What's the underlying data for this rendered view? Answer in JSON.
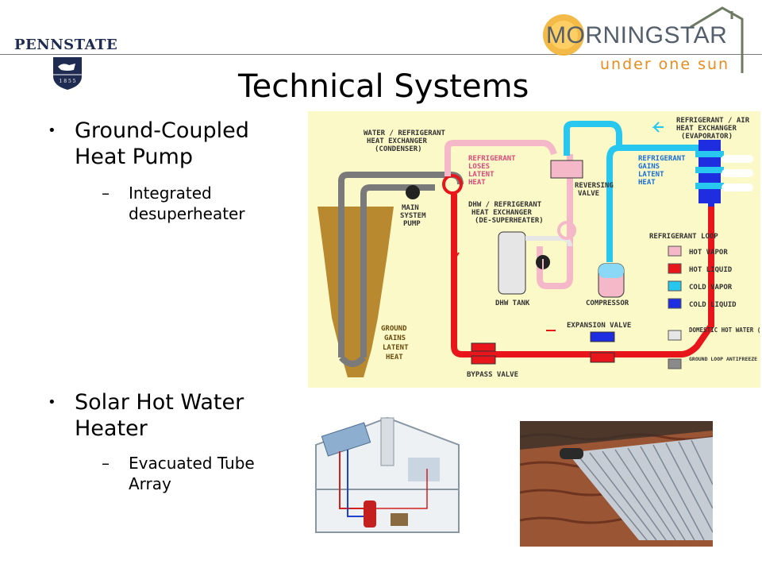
{
  "header": {
    "pennstate_name": "PENNSTATE",
    "pennstate_year": "1 8 5 5",
    "morningstar_name": "MORNINGSTAR",
    "morningstar_tagline": "under one sun"
  },
  "slide": {
    "title": "Technical Systems",
    "bullets": [
      {
        "text": "Ground-Coupled Heat Pump",
        "sub": "Integrated desuperheater"
      },
      {
        "text": "Solar Hot Water Heater",
        "sub": "Evacuated Tube Array"
      }
    ]
  },
  "diagram": {
    "labels": {
      "condenser": [
        "WATER / REFRIGERANT",
        "HEAT EXCHANGER",
        "(CONDENSER)"
      ],
      "evaporator": [
        "REFRIGERANT / AIR",
        "HEAT EXCHANGER",
        "(EVAPORATOR)"
      ],
      "loses": [
        "REFRIGERANT",
        "LOSES",
        "LATENT",
        "HEAT"
      ],
      "gains": [
        "REFRIGERANT",
        "GAINS",
        "LATENT",
        "HEAT"
      ],
      "reversing_valve": [
        "REVERSING",
        "VALVE"
      ],
      "pump": [
        "MAIN",
        "SYSTEM",
        "PUMP"
      ],
      "desuperheater": [
        "DHW / REFRIGERANT",
        "HEAT EXCHANGER",
        "(DE-SUPERHEATER)"
      ],
      "dhw_tank": "DHW TANK",
      "compressor": "COMPRESSOR",
      "expansion_valve": "EXPANSION VALVE",
      "bypass_valve": "BYPASS VALVE",
      "ground": [
        "GROUND",
        "GAINS",
        "LATENT",
        "HEAT"
      ]
    },
    "legend": {
      "title": "REFRIGERANT LOOP",
      "items": [
        {
          "label": "HOT VAPOR",
          "color": "#f5b8c8"
        },
        {
          "label": "HOT LIQUID",
          "color": "#e8151b"
        },
        {
          "label": "COLD VAPOR",
          "color": "#27c7f0"
        },
        {
          "label": "COLD LIQUID",
          "color": "#1f2de0"
        },
        {
          "label": "DOMESTIC HOT WATER (DHW)",
          "color": "#e6e6e6"
        },
        {
          "label": "GROUND LOOP ANTIFREEZE - WATER SOLN",
          "color": "#8a8a8a"
        }
      ]
    }
  },
  "colors": {
    "pennstate_blue": "#1f2b50",
    "morningstar_orange": "#e58d1e",
    "diagram_bg": "#fbf9c8"
  }
}
